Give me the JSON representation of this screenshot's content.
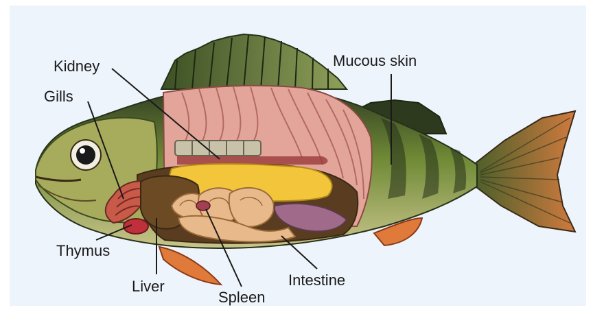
{
  "labels": {
    "kidney": "Kidney",
    "gills": "Gills",
    "mucous_skin": "Mucous skin",
    "thymus": "Thymus",
    "liver": "Liver",
    "spleen": "Spleen",
    "intestine": "Intestine"
  },
  "colors": {
    "background": "#eef4fb",
    "body_dark": "#2f3b22",
    "body_olive": "#6f8a36",
    "belly": "#c9c48a",
    "muscle": "#e3a59a",
    "swim_bladder": "#f2c53a",
    "liver": "#6b4a24",
    "intestine": "#e8b98a",
    "fins": "#e07a3a",
    "thymus": "#c0303a"
  }
}
